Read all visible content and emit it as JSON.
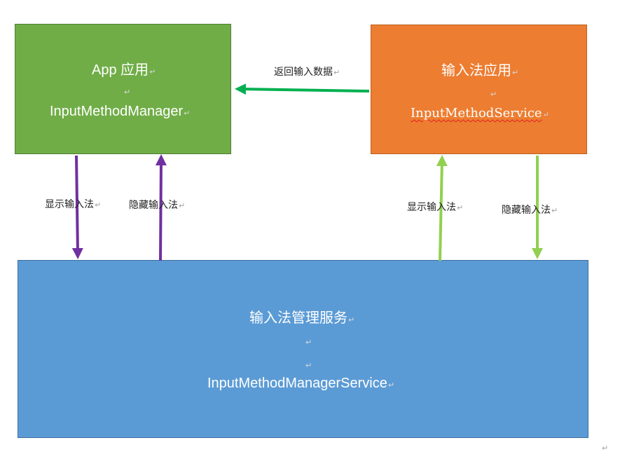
{
  "app_box": {
    "title": "App 应用",
    "subtitle": "InputMethodManager"
  },
  "ime_box": {
    "title": "输入法应用",
    "subtitle": "InputMethodService"
  },
  "service_box": {
    "title": "输入法管理服务",
    "subtitle": "InputMethodManagerService"
  },
  "labels": {
    "return_data": "返回输入数据",
    "show_left": "显示输入法",
    "hide_left": "隐藏输入法",
    "show_right": "显示输入法",
    "hide_right": "隐藏输入法"
  },
  "paragraph_mark": "↵",
  "colors": {
    "app": "#70ad47",
    "ime": "#ed7d31",
    "service": "#5b9bd5",
    "arrow_purple": "#7030a0",
    "arrow_green_dark": "#00b050",
    "arrow_green_light": "#92d050"
  }
}
